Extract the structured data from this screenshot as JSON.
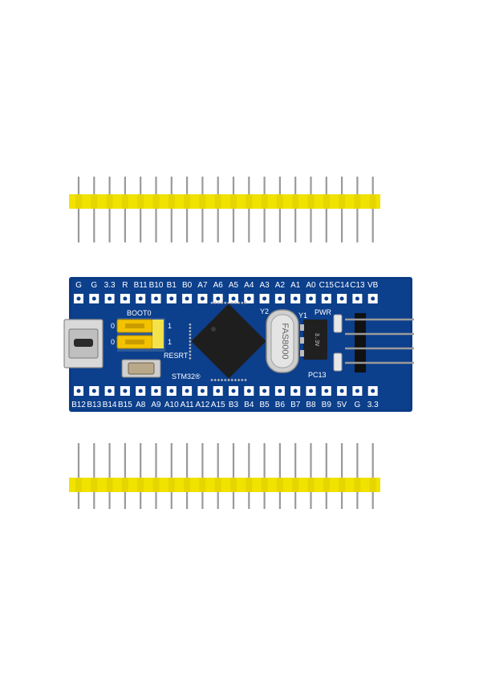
{
  "board": {
    "top_pin_labels": [
      "G",
      "G",
      "3.3",
      "R",
      "B11",
      "B10",
      "B1",
      "B0",
      "A7",
      "A6",
      "A5",
      "A4",
      "A3",
      "A2",
      "A1",
      "A0",
      "C15",
      "C14",
      "C13",
      "VB"
    ],
    "bottom_pin_labels": [
      "B12",
      "B13",
      "B14",
      "B15",
      "A8",
      "A9",
      "A10",
      "A11",
      "A12",
      "A15",
      "B3",
      "B4",
      "B5",
      "B6",
      "B7",
      "B8",
      "B9",
      "5V",
      "G",
      "3.3"
    ],
    "boot_label": "BOOT0",
    "boot_0": "0",
    "boot_1a": "1",
    "boot_0b": "0",
    "boot_1b": "1",
    "reset_label": "RESRT",
    "mcu_label": "STM32®",
    "crystal_main_ref": "Y2",
    "crystal_main_text": "FAS8000",
    "crystal_rtc_ref": "Y1",
    "pwr_label": "PWR",
    "pc13_label": "PC13",
    "regulator_text": "3.3V"
  },
  "colors": {
    "pcb": "#0c3f8c",
    "header_plastic": "#f2e200",
    "pin_metal": "#9a9a9a",
    "jumper": "#f3c200"
  }
}
